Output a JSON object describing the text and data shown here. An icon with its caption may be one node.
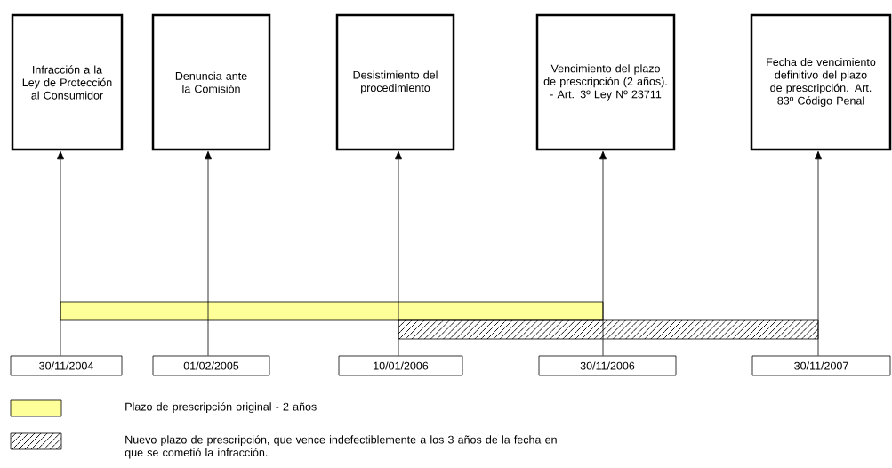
{
  "diagram": {
    "nodes": [
      {
        "text": [
          "Infracción a la Ley de Protección al Consumidor"
        ]
      },
      {
        "text": [
          "Denuncia ante la Comisión"
        ]
      },
      {
        "text": [
          "Desistimiento del procedimiento"
        ]
      },
      {
        "text": [
          "Vencimiento del plazo de prescripción (2 años). - Art. 3º Ley Nº 23711"
        ]
      },
      {
        "text": [
          "Fecha de vencimiento definitivo del plazo de prescripción. Art. 83º Código Penal"
        ]
      },
      {
        "text": [
          "30/11/2004"
        ]
      },
      {
        "text": [
          "01/02/2005"
        ]
      },
      {
        "text": [
          "10/01/2006"
        ]
      },
      {
        "text": [
          "30/11/2006"
        ]
      },
      {
        "text": [
          "30/11/2007"
        ]
      }
    ],
    "edges": [
      {
        "from": 5,
        "to": 0,
        "arrow": "to"
      },
      {
        "from": 6,
        "to": 1,
        "arrow": "to"
      },
      {
        "from": 7,
        "to": 2,
        "arrow": "to"
      },
      {
        "from": 8,
        "to": 3,
        "arrow": "to"
      },
      {
        "from": 9,
        "to": 4,
        "arrow": "to"
      }
    ],
    "legend": [
      {
        "text": "Plazo de prescripción original - 2 años",
        "color": "#ffff99"
      },
      {
        "text": "Nuevo plazo de prescripción, que vence indefectiblemente a los 3 años de la fecha en que se cometió la infracción."
      }
    ]
  }
}
